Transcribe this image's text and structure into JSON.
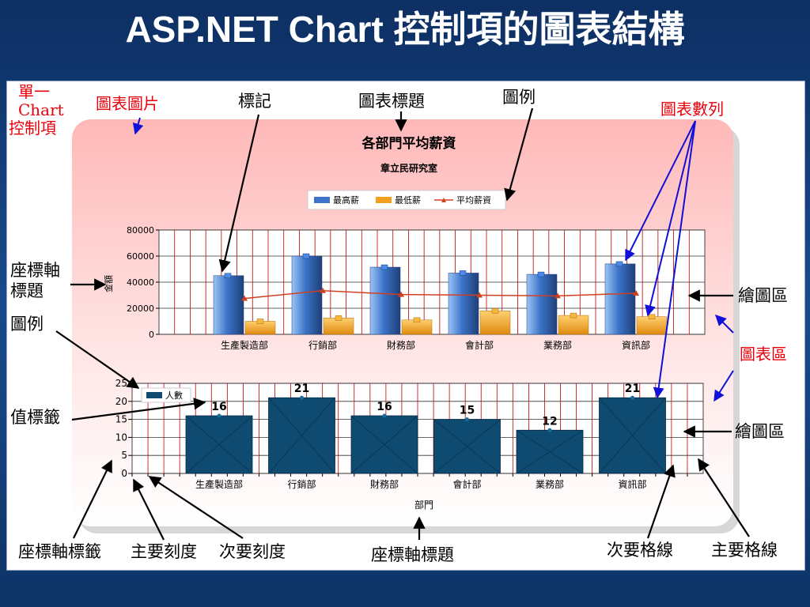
{
  "slide": {
    "title": "ASP.NET Chart 控制項的圖表結構"
  },
  "annotations": {
    "single_chart_control": [
      "單一",
      "Chart",
      "控制項"
    ],
    "chart_image": "圖表圖片",
    "marker": "標記",
    "chart_title": "圖表標題",
    "legend_top": "圖例",
    "chart_series": "圖表數列",
    "axis_title_left": [
      "座標軸",
      "標題"
    ],
    "legend_left": "圖例",
    "value_label": "值標籤",
    "plot_area_top": "繪圖區",
    "chart_area": "圖表區",
    "plot_area_bottom": "繪圖區",
    "axis_label": "座標軸標籤",
    "major_tick": "主要刻度",
    "minor_tick": "次要刻度",
    "axis_title_bottom": "座標軸標題",
    "minor_grid": "次要格線",
    "major_grid": "主要格線"
  },
  "colors": {
    "annotation_red": "#e8000b",
    "annotation_blue": "#1010d8",
    "chart_background": "#ffc4c4",
    "series_max": "#3b74c8",
    "series_min": "#f0a020",
    "series_avg": "#d04020",
    "series_count": "#0f4a70",
    "gridline": "#c00000"
  },
  "chart_data": [
    {
      "type": "bar",
      "title": "各部門平均薪資",
      "subtitle": "章立民研究室",
      "categories": [
        "生產製造部",
        "行銷部",
        "財務部",
        "會計部",
        "業務部",
        "資訊部"
      ],
      "series": [
        {
          "name": "最高薪",
          "type": "bar",
          "values": [
            45000,
            60000,
            51500,
            47000,
            46000,
            54000
          ]
        },
        {
          "name": "最低薪",
          "type": "bar",
          "values": [
            10000,
            12500,
            11000,
            18000,
            14500,
            13500
          ]
        },
        {
          "name": "平均薪資",
          "type": "line",
          "values": [
            27500,
            33500,
            30500,
            30000,
            29500,
            31500
          ]
        }
      ],
      "ylabel": "金額",
      "ylim": [
        0,
        80000
      ],
      "yticks": [
        "0",
        "20000",
        "40000",
        "60000",
        "80000"
      ],
      "legend": "top-center",
      "grid": true
    },
    {
      "type": "bar",
      "categories": [
        "生產製造部",
        "行銷部",
        "財務部",
        "會計部",
        "業務部",
        "資訊部"
      ],
      "series": [
        {
          "name": "人數",
          "values": [
            16,
            21,
            16,
            15,
            12,
            21
          ]
        }
      ],
      "xlabel": "部門",
      "ylim": [
        0,
        25
      ],
      "yticks": [
        "0",
        "5",
        "10",
        "15",
        "20",
        "25"
      ],
      "legend": "top-left",
      "grid": true
    }
  ]
}
